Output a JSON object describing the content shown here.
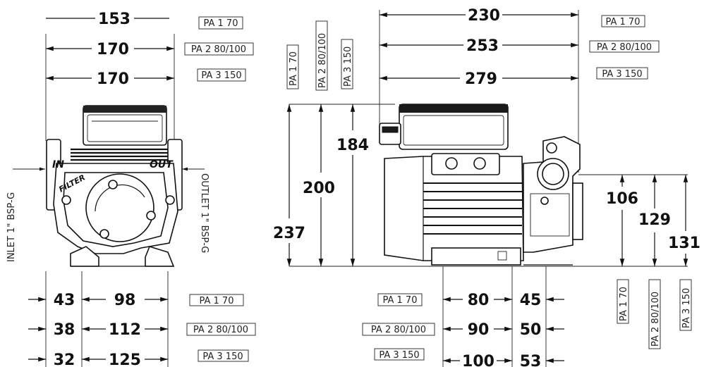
{
  "front_view": {
    "width_dims": [
      "153",
      "170",
      "170"
    ],
    "width_models": [
      "PA 1 70",
      "PA 2 80/100",
      "PA 3 150"
    ],
    "inlet_label": "INLET 1\" BSP-G",
    "outlet_label": "OUTLET 1\" BSP-G",
    "in_text": "IN",
    "out_text": "OUT",
    "filter_text": "FILTER",
    "foot_rows": [
      {
        "left": "43",
        "mid": "98",
        "model": "PA 1 70"
      },
      {
        "left": "38",
        "mid": "112",
        "model": "PA 2 80/100"
      },
      {
        "left": "32",
        "mid": "125",
        "model": "PA 3 150"
      }
    ]
  },
  "side_view": {
    "length_dims": [
      "230",
      "253",
      "279"
    ],
    "length_models": [
      "PA 1 70",
      "PA 2 80/100",
      "PA 3 150"
    ],
    "height_models": [
      "PA 1 70",
      "PA 2 80/100",
      "PA 3 150"
    ],
    "heights": [
      "184",
      "200",
      "237"
    ],
    "port_heights": [
      "106",
      "129",
      "131"
    ],
    "port_models": [
      "PA 1 70",
      "PA 2 80/100",
      "PA 3 150"
    ],
    "foot_rows": [
      {
        "model": "PA 1 70",
        "mid": "80",
        "right": "45"
      },
      {
        "model": "PA 2 80/100",
        "mid": "90",
        "right": "50"
      },
      {
        "model": "PA 3 150",
        "mid": "100",
        "right": "53"
      }
    ]
  }
}
